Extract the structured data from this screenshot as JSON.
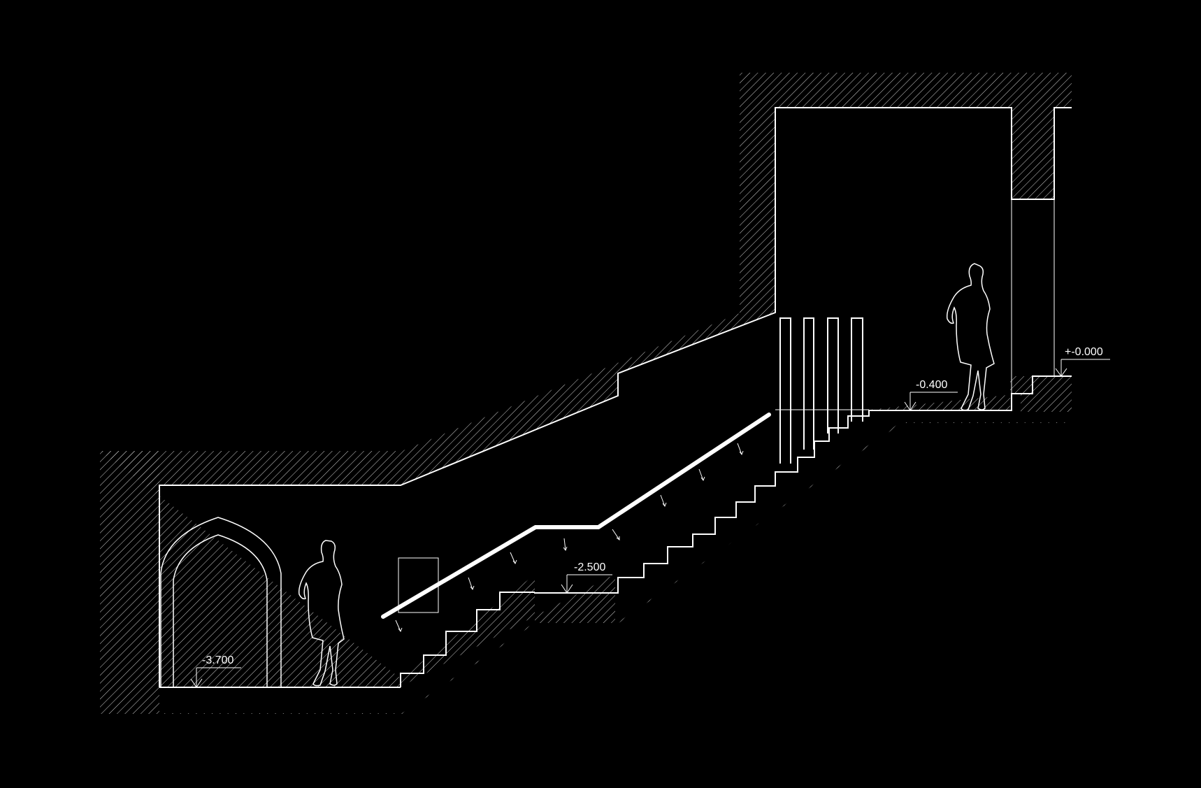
{
  "drawing": {
    "colors": {
      "background": "#000000",
      "line": "#ffffff"
    },
    "levels": {
      "top": "+-0.000",
      "upper_landing": "-0.400",
      "mid_landing": "-2.500",
      "bottom_floor": "-3.700"
    }
  }
}
